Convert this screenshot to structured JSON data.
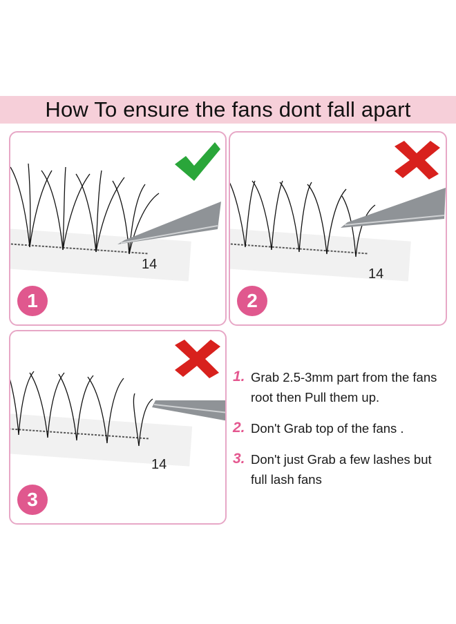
{
  "header": {
    "title": "How To ensure the fans dont fall apart"
  },
  "panels": [
    {
      "number": "1",
      "strip_label": "14",
      "mark": "check-icon"
    },
    {
      "number": "2",
      "strip_label": "14",
      "mark": "cross-icon"
    },
    {
      "number": "3",
      "strip_label": "14",
      "mark": "cross-icon"
    }
  ],
  "steps": [
    {
      "num": "1.",
      "text": "Grab 2.5-3mm part from the fans root then Pull them up."
    },
    {
      "num": "2.",
      "text": "Don't Grab top of the fans ."
    },
    {
      "num": "3.",
      "text": "Don't just Grab a few lashes but full lash fans"
    }
  ],
  "colors": {
    "accent_pink": "#e0588e",
    "banner_pink": "#f6cfd9",
    "border_pink": "#e7a7c6",
    "check_green": "#2aa63a",
    "cross_red": "#d8211d"
  }
}
